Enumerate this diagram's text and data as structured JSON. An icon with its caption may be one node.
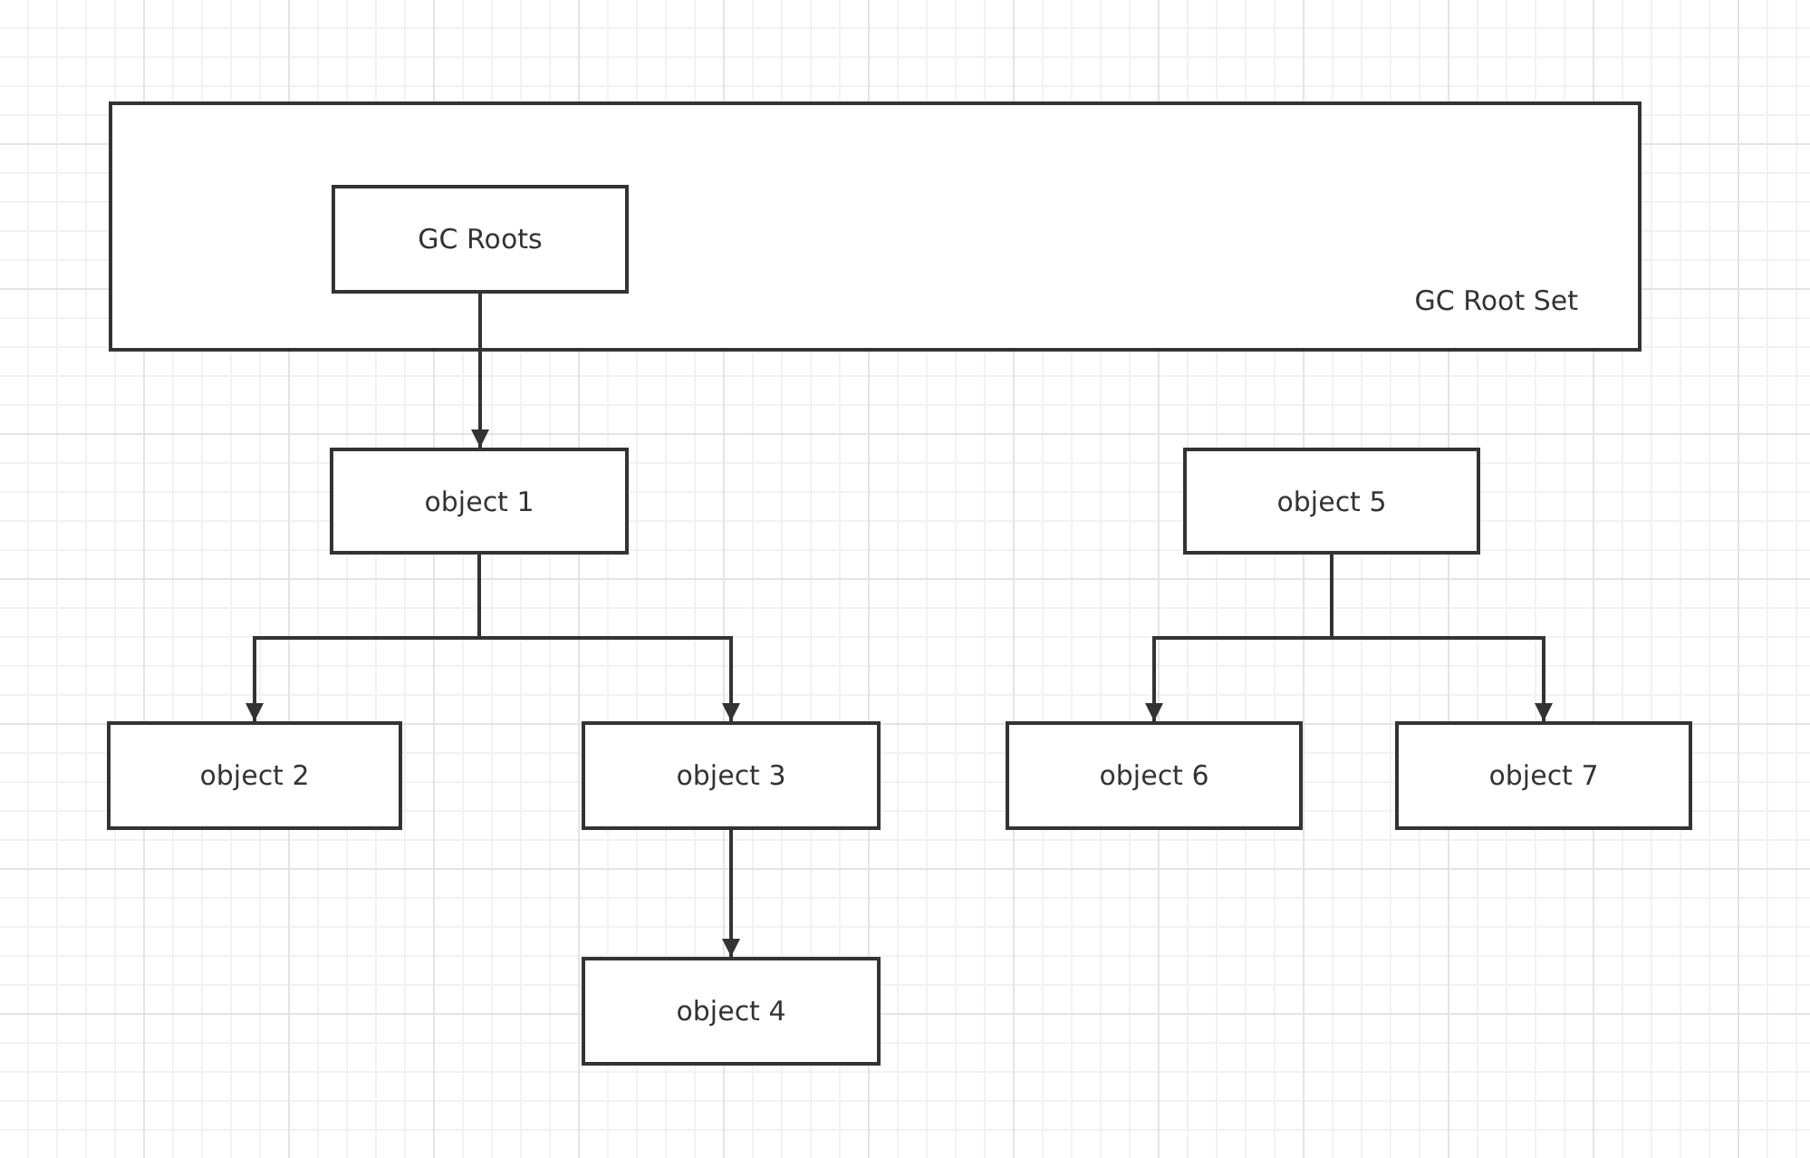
{
  "diagram": {
    "nodes": [
      {
        "text": [
          "GC Root Set"
        ]
      },
      {
        "text": [
          "GC Roots"
        ],
        "in": 0
      },
      {
        "text": [
          "object 1"
        ]
      },
      {
        "text": [
          "object 2"
        ]
      },
      {
        "text": [
          "object 3"
        ]
      },
      {
        "text": [
          "object 4"
        ]
      },
      {
        "text": [
          "object 5"
        ]
      },
      {
        "text": [
          "object 6"
        ]
      },
      {
        "text": [
          "object 7"
        ]
      }
    ],
    "edges": [
      {
        "from": 1,
        "to": 2,
        "arrow": "to"
      },
      {
        "from": 2,
        "to": 3,
        "arrow": "to"
      },
      {
        "from": 2,
        "to": 4,
        "arrow": "to"
      },
      {
        "from": 4,
        "to": 5,
        "arrow": "to"
      },
      {
        "from": 6,
        "to": 7,
        "arrow": "to"
      },
      {
        "from": 6,
        "to": 8,
        "arrow": "to"
      }
    ]
  }
}
